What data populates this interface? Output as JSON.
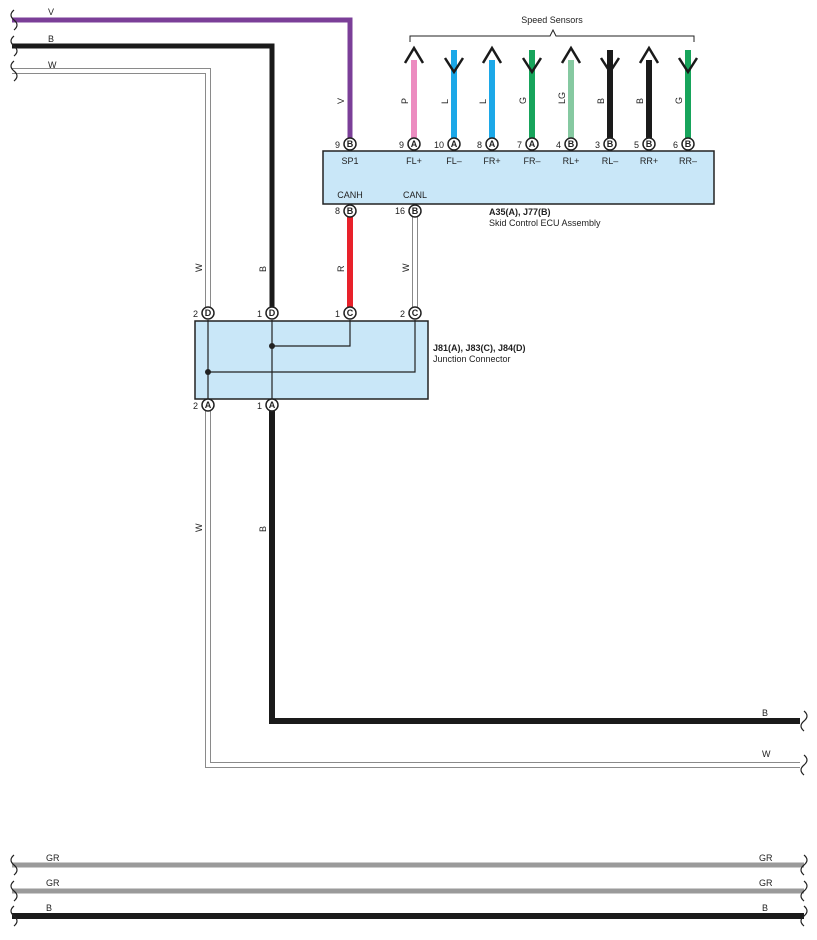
{
  "speed_sensors_label": "Speed Sensors",
  "ecu": {
    "code": "A35(A), J77(B)",
    "name": "Skid Control ECU Assembly",
    "fill": "#c9e7f8",
    "top_pins": [
      {
        "no": "9",
        "connector": "B",
        "name": "SP1",
        "color": "V"
      },
      {
        "no": "9",
        "connector": "A",
        "name": "FL+",
        "color": "P"
      },
      {
        "no": "10",
        "connector": "A",
        "name": "FL–",
        "color": "L"
      },
      {
        "no": "8",
        "connector": "A",
        "name": "FR+",
        "color": "L"
      },
      {
        "no": "7",
        "connector": "A",
        "name": "FR–",
        "color": "G"
      },
      {
        "no": "4",
        "connector": "B",
        "name": "RL+",
        "color": "LG"
      },
      {
        "no": "3",
        "connector": "B",
        "name": "RL–",
        "color": "B"
      },
      {
        "no": "5",
        "connector": "B",
        "name": "RR+",
        "color": "B"
      },
      {
        "no": "6",
        "connector": "B",
        "name": "RR–",
        "color": "G"
      }
    ],
    "bottom_pins": [
      {
        "no": "8",
        "connector": "B",
        "name": "CANH",
        "color": "R"
      },
      {
        "no": "16",
        "connector": "B",
        "name": "CANL",
        "color": "W"
      }
    ]
  },
  "junction": {
    "code": "J81(A), J83(C), J84(D)",
    "name": "Junction Connector",
    "fill": "#c9e7f8",
    "top_pins": [
      {
        "no": "2",
        "connector": "D"
      },
      {
        "no": "1",
        "connector": "D"
      },
      {
        "no": "1",
        "connector": "C"
      },
      {
        "no": "2",
        "connector": "C"
      }
    ],
    "bottom_pins": [
      {
        "no": "2",
        "connector": "A"
      },
      {
        "no": "1",
        "connector": "A"
      }
    ]
  },
  "wire_labels": {
    "top_v": "V",
    "top_b": "B",
    "top_w": "W",
    "left_w": "W",
    "left_b": "B",
    "can_r": "R",
    "can_w": "W",
    "lower_w": "W",
    "lower_b": "B",
    "right_b": "B",
    "right_w": "W"
  },
  "bottom_wires": [
    {
      "left": "GR",
      "right": "GR"
    },
    {
      "left": "GR",
      "right": "GR"
    },
    {
      "left": "B",
      "right": "B"
    }
  ],
  "wire_colors": {
    "V": "#7b3f98",
    "B": "#1a1a1a",
    "W": "#ffffff",
    "P": "#ec8cc0",
    "L": "#1ca8e8",
    "G": "#17a45b",
    "LG": "#86c9a1",
    "R": "#e8212a",
    "GR": "#9a9a9a",
    "outline": "#8a8a8a"
  }
}
